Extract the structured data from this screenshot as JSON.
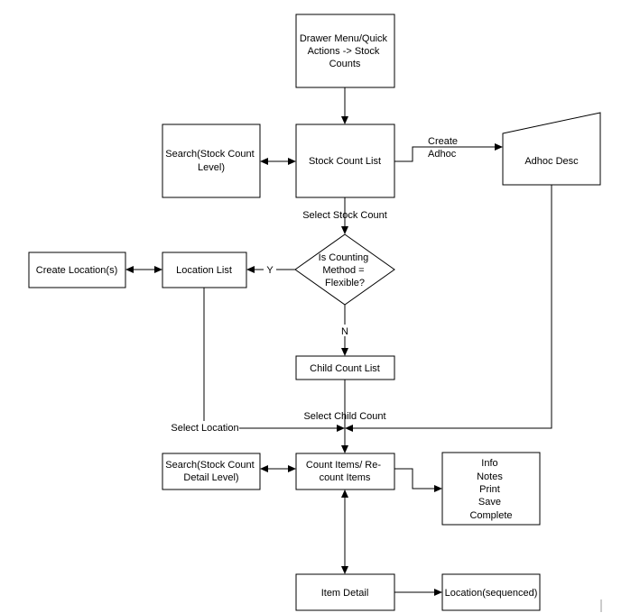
{
  "nodes": {
    "drawer_menu": {
      "lines": [
        "Drawer Menu/Quick",
        "Actions -> Stock",
        "Counts"
      ]
    },
    "search_level": {
      "lines": [
        "Search(Stock Count",
        "Level)"
      ]
    },
    "stock_count_list": {
      "lines": [
        "Stock Count List"
      ]
    },
    "adhoc_desc": {
      "lines": [
        "Adhoc Desc"
      ]
    },
    "decision": {
      "lines": [
        "Is Counting",
        "Method =",
        "Flexible?"
      ]
    },
    "location_list": {
      "lines": [
        "Location List"
      ]
    },
    "create_location": {
      "lines": [
        "Create Location(s)"
      ]
    },
    "child_count_list": {
      "lines": [
        "Child Count List"
      ]
    },
    "search_detail": {
      "lines": [
        "Search(Stock Count",
        "Detail Level)"
      ]
    },
    "count_items": {
      "lines": [
        "Count Items/ Re-",
        "count Items"
      ]
    },
    "actions": {
      "lines": [
        "Info",
        "Notes",
        "Print",
        "Save",
        "Complete"
      ]
    },
    "item_detail": {
      "lines": [
        "Item Detail"
      ]
    },
    "location_seq": {
      "lines": [
        "Location(sequenced)"
      ]
    }
  },
  "edge_labels": {
    "create_adhoc": [
      "Create",
      "Adhoc"
    ],
    "select_stock_count": "Select Stock Count",
    "yes": "Y",
    "no": "N",
    "select_child_count": "Select Child Count",
    "select_location": "Select Location"
  }
}
